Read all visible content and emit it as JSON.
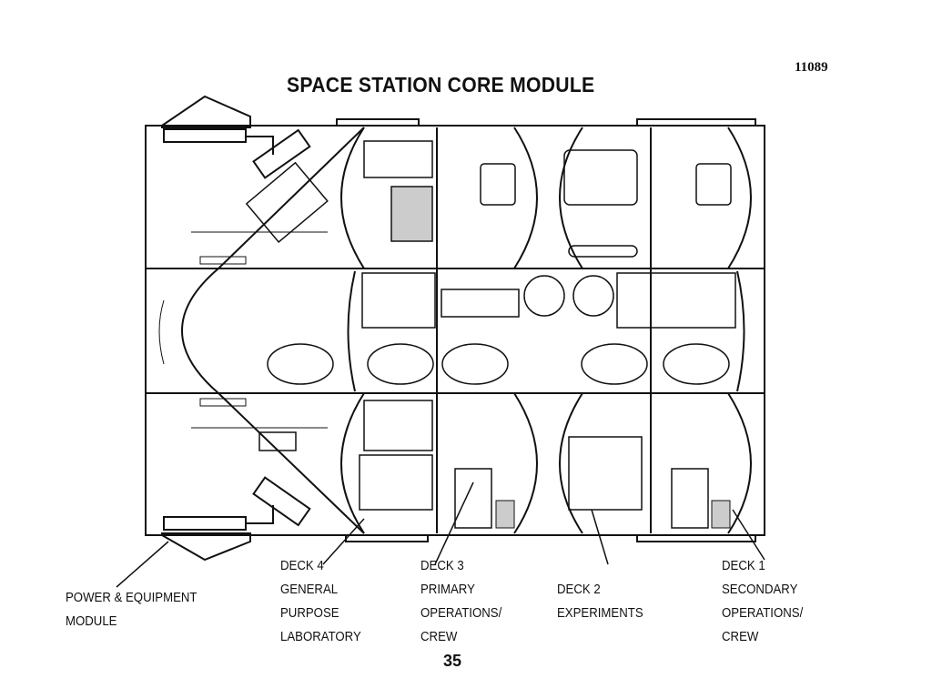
{
  "title": "SPACE STATION CORE MODULE",
  "figure_code": "11089",
  "page_number": "35",
  "labels": {
    "power": [
      "POWER & EQUIPMENT",
      "MODULE"
    ],
    "deck4": [
      "DECK 4",
      "GENERAL",
      "PURPOSE",
      "LABORATORY"
    ],
    "deck3": [
      "DECK 3",
      "PRIMARY",
      "OPERATIONS/",
      "CREW"
    ],
    "deck2": [
      "DECK 2",
      "EXPERIMENTS"
    ],
    "deck1": [
      "DECK 1",
      "SECONDARY",
      "OPERATIONS/",
      "CREW"
    ]
  }
}
